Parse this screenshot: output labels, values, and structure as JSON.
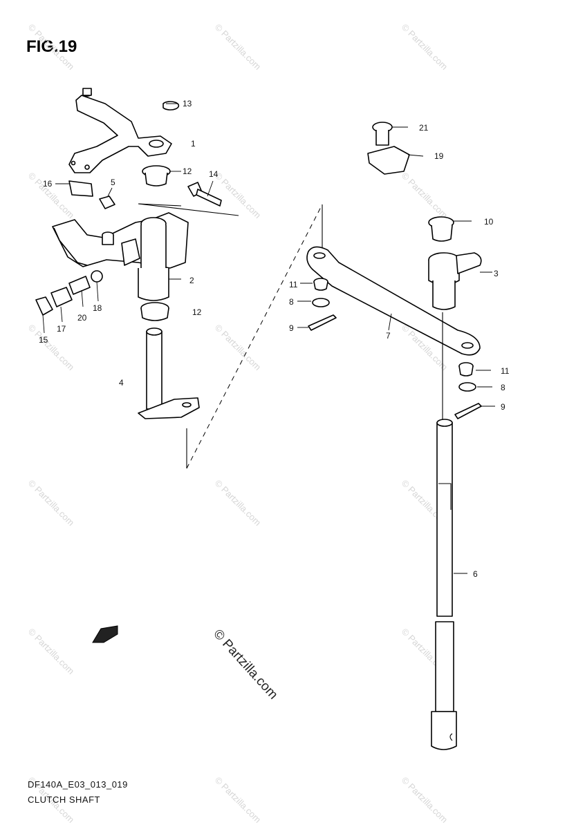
{
  "figure": {
    "title": "FIG.19",
    "code": "DF140A_E03_013_019",
    "name": "CLUTCH SHAFT"
  },
  "watermark": {
    "text": "© Partzilla.com",
    "main_text": "© Partzilla.com"
  },
  "fwd_icon": "forward-arrow-icon",
  "callouts": {
    "c13a": "13",
    "c1": "1",
    "c12a": "12",
    "c14": "14",
    "c16": "16",
    "c5": "5",
    "c2": "2",
    "c12b": "12",
    "c18": "18",
    "c20": "20",
    "c17": "17",
    "c15": "15",
    "c4": "4",
    "c21": "21",
    "c19": "19",
    "c10": "10",
    "c3": "3",
    "c11a": "11",
    "c8a": "8",
    "c9a": "9",
    "c7": "7",
    "c11b": "11",
    "c8b": "8",
    "c9b": "9",
    "c6": "6"
  }
}
